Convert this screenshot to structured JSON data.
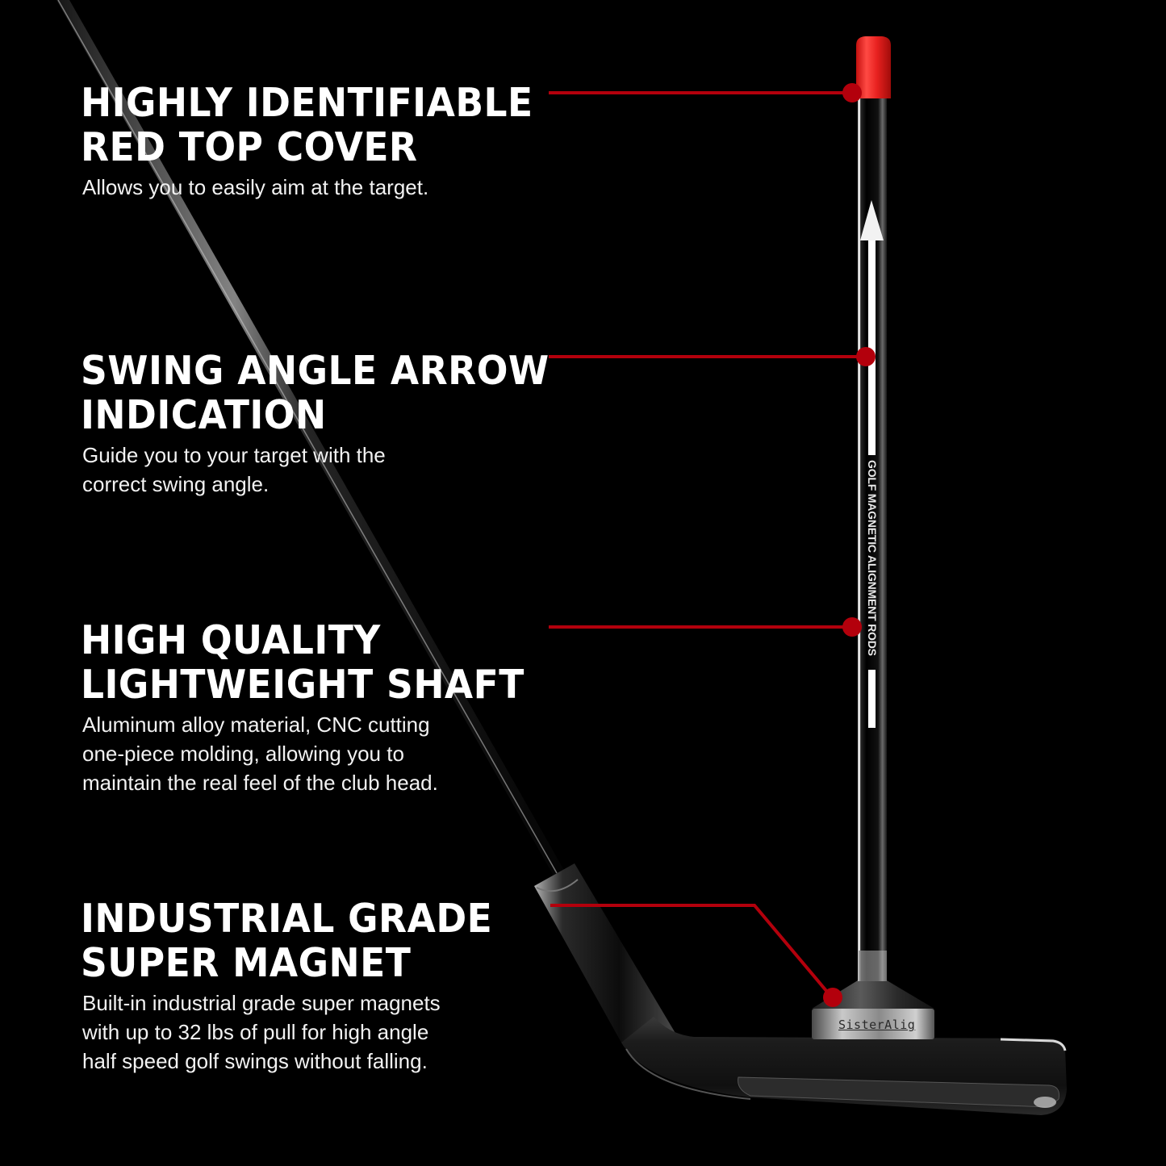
{
  "features": [
    {
      "title_line1": "HIGHLY IDENTIFIABLE",
      "title_line2": "RED TOP COVER",
      "description": "Allows you to easily aim at the target."
    },
    {
      "title_line1": "SWING ANGLE ARROW",
      "title_line2": "INDICATION",
      "description": "Guide you to your target with the\ncorrect swing angle."
    },
    {
      "title_line1": "HIGH QUALITY",
      "title_line2": "LIGHTWEIGHT SHAFT",
      "description": "Aluminum alloy material, CNC cutting\none-piece molding, allowing you to\nmaintain the real feel of the club head."
    },
    {
      "title_line1": "INDUSTRIAL GRADE",
      "title_line2": "SUPER MAGNET",
      "description": "Built-in industrial grade super magnets\nwith up to 32 lbs of pull for high angle\nhalf speed golf swings without falling."
    }
  ],
  "product": {
    "rod_label": "GOLF MAGNETIC ALIGNMENT RODS",
    "base_brand": "SisterAlig"
  },
  "colors": {
    "background": "#000000",
    "callout_red": "#b3000c",
    "cap_red": "#e8211f",
    "text": "#ffffff"
  }
}
